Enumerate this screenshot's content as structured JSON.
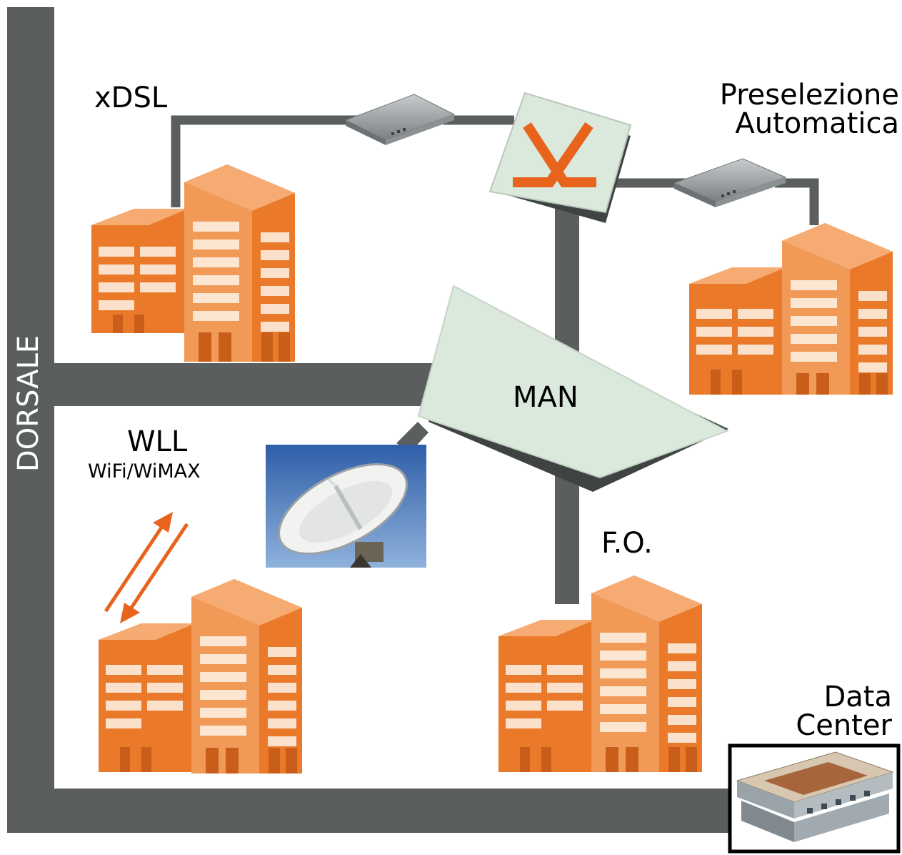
{
  "diagram": {
    "backbone_label": "DORSALE",
    "man_label": "MAN",
    "xdsl_label": "xDSL",
    "preselection": {
      "line1": "Preselezione",
      "line2": "Automatica"
    },
    "wll": {
      "title": "WLL",
      "subtitle": "WiFi/WiMAX"
    },
    "fiber_label": "F.O.",
    "datacenter": {
      "line1": "Data",
      "line2": "Center"
    },
    "colors": {
      "road": "#5a5f5e",
      "building_main": "#ea7a2a",
      "building_light": "#f5ab72",
      "building_dark": "#c95e1a",
      "man_fill": "#dbe8dc",
      "switch_x": "#e8641c",
      "sky": "#3d6fb8"
    },
    "icons": [
      "building-icon",
      "router-icon",
      "switch-x-icon",
      "satellite-dish-icon",
      "datacenter-icon",
      "wireless-arrows-icon"
    ]
  }
}
